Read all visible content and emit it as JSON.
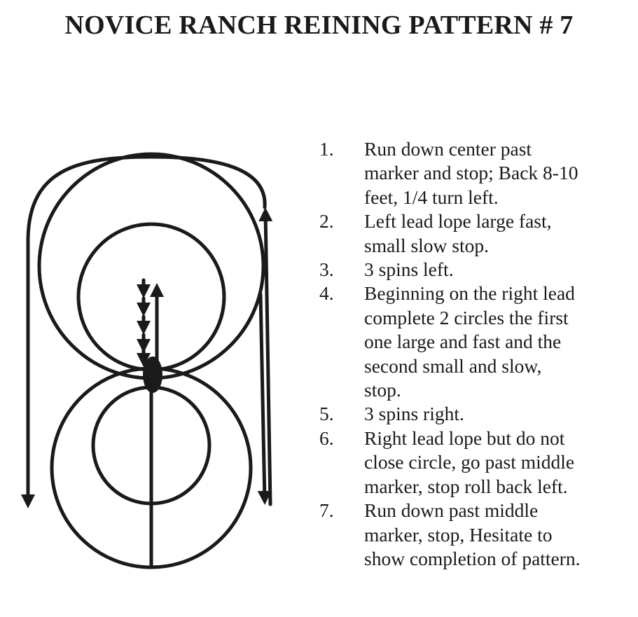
{
  "title": "NOVICE RANCH REINING PATTERN # 7",
  "diagram": {
    "stroke_color": "#1a1a1a"
  },
  "steps": [
    {
      "number": "1.",
      "lines": [
        "Run down center past",
        "marker and stop; Back 8-10",
        "feet, 1/4 turn left."
      ]
    },
    {
      "number": "2.",
      "lines": [
        "Left lead lope large fast,",
        "small slow stop."
      ]
    },
    {
      "number": "3.",
      "lines": [
        "3 spins left."
      ]
    },
    {
      "number": "4.",
      "lines": [
        "Beginning on the right lead",
        "complete 2  circles the first",
        "one large and fast and the",
        "second small and slow,",
        "stop."
      ]
    },
    {
      "number": "5.",
      "lines": [
        "3 spins right."
      ]
    },
    {
      "number": "6.",
      "lines": [
        "Right lead lope but do not",
        "close circle, go past middle",
        "marker, stop roll back left."
      ]
    },
    {
      "number": "7.",
      "lines": [
        "Run down past middle",
        "marker, stop, Hesitate to",
        "show completion of pattern."
      ]
    }
  ]
}
